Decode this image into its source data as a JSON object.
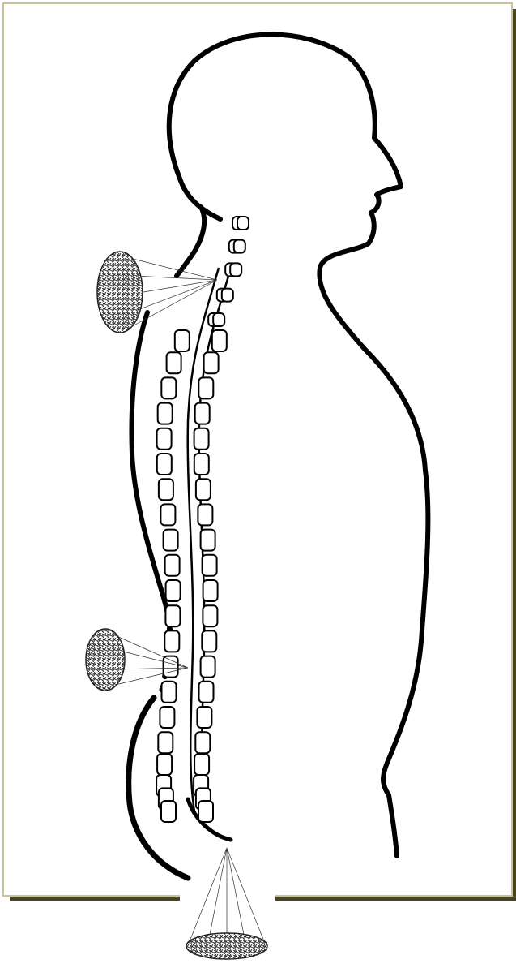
{
  "diagram": {
    "subject": "human-silhouette-profile-with-spine",
    "background_color": "#ffffff",
    "frame_color": "#c9c497",
    "frame_shadow_color": "#4a4420",
    "outline_color": "#000000",
    "energy_cones": [
      {
        "id": "cone-neck",
        "region": "cervical",
        "direction": "left"
      },
      {
        "id": "cone-lumbar",
        "region": "lumbar",
        "direction": "left"
      },
      {
        "id": "cone-base",
        "region": "coccyx",
        "direction": "down"
      }
    ],
    "spine": {
      "vertebra_count": 26,
      "regions": [
        "cervical",
        "thoracic",
        "lumbar",
        "sacral"
      ]
    }
  }
}
